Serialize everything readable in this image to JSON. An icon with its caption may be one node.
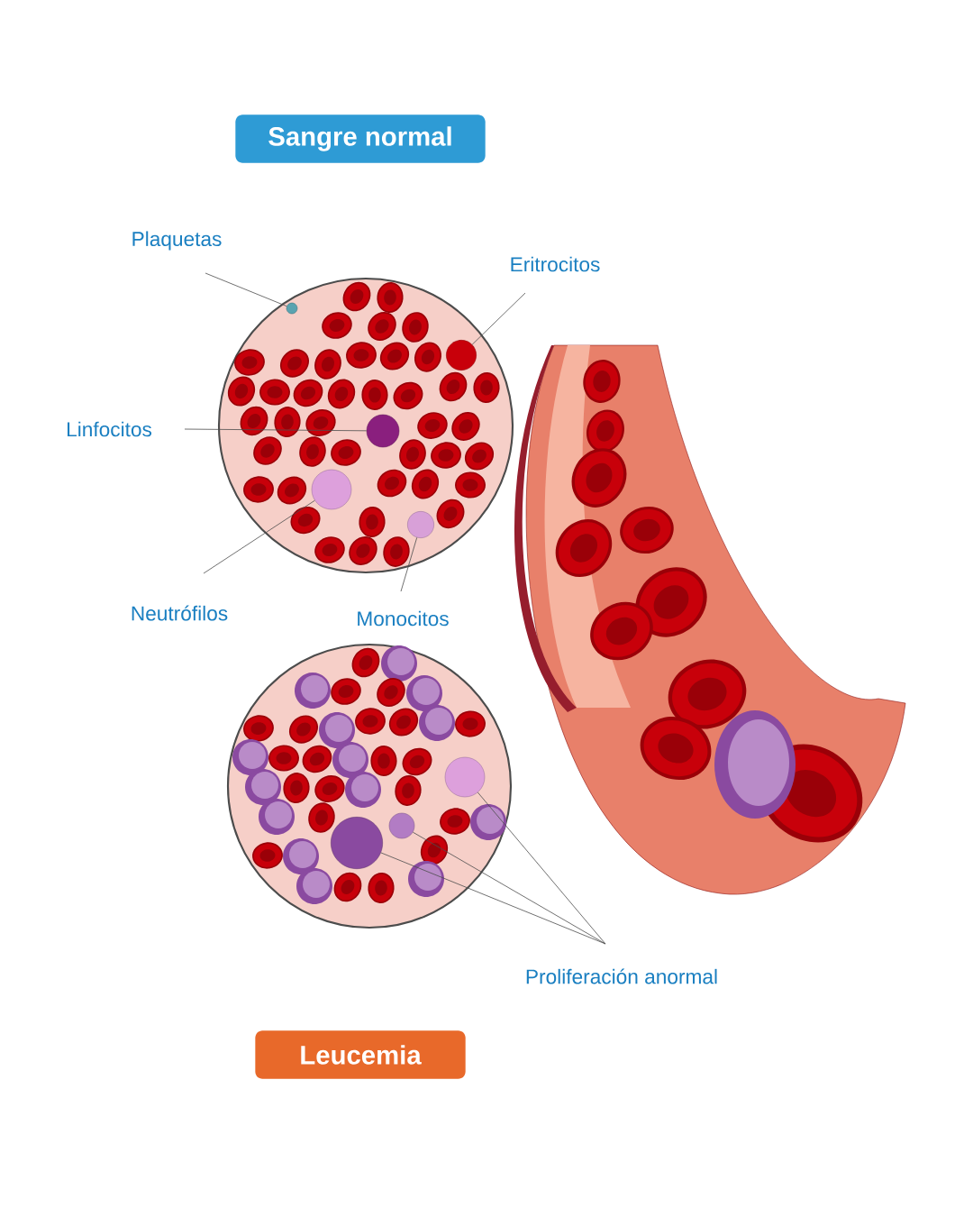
{
  "diagram": {
    "nodes": [
      {
        "text": [
          "Sangre normal"
        ]
      },
      {
        "text": [
          "Leucemia"
        ]
      },
      {
        "text": [
          "Plaquetas"
        ]
      },
      {
        "text": [
          "Eritrocitos"
        ]
      },
      {
        "text": [
          "Linfocitos"
        ]
      },
      {
        "text": [
          "Neutrófilos"
        ]
      },
      {
        "text": [
          "Monocitos"
        ]
      },
      {
        "text": [
          "Proliferación anormal"
        ]
      },
      {
        "text": [],
        "shape": "circle"
      },
      {
        "text": [],
        "shape": "circle"
      },
      {
        "text": [],
        "shape": "circle"
      },
      {
        "text": [],
        "shape": "circle"
      },
      {
        "text": [],
        "shape": "circle"
      },
      {
        "text": [],
        "shape": "circle"
      },
      {
        "text": [],
        "shape": "circle"
      },
      {
        "text": [],
        "shape": "circle"
      }
    ],
    "edges": [
      {
        "from": 2,
        "to": 8,
        "arrow": "none"
      },
      {
        "from": 3,
        "to": 9,
        "arrow": "none"
      },
      {
        "from": 4,
        "to": 10,
        "arrow": "none"
      },
      {
        "from": 5,
        "to": 11,
        "arrow": "none"
      },
      {
        "from": 6,
        "to": 12,
        "arrow": "none"
      },
      {
        "from": 7,
        "to": 13,
        "arrow": "none"
      },
      {
        "from": 7,
        "to": 14,
        "arrow": "none"
      },
      {
        "from": 7,
        "to": 15,
        "arrow": "none"
      }
    ]
  }
}
